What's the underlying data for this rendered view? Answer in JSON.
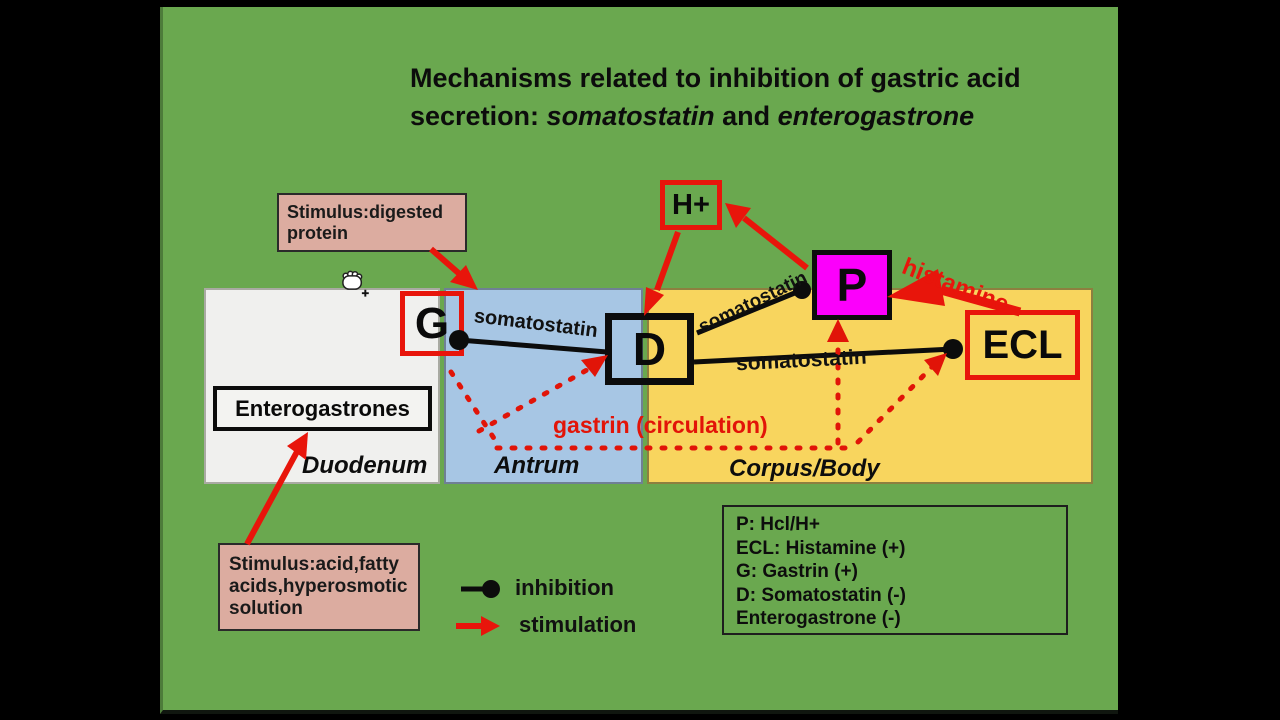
{
  "slide": {
    "title": {
      "line1": "Mechanisms related to inhibition of gastric acid",
      "line2_prefix": "secretion: ",
      "line2_italic1": "somatostatin",
      "line2_mid": " and ",
      "line2_italic2": "enterogastrone"
    },
    "regions": {
      "duodenum": "Duodenum",
      "antrum": "Antrum",
      "corpus": "Corpus/Body"
    },
    "boxes": {
      "g": "G",
      "d": "D",
      "p": "P",
      "ecl": "ECL",
      "hplus": "H+",
      "enterogastrones": "Enterogastrones"
    },
    "stimulus_top": {
      "line1": "Stimulus:digested",
      "line2": "protein"
    },
    "stimulus_bottom": {
      "line1": "Stimulus:acid,fatty",
      "line2": "acids,hyperosmotic",
      "line3": "solution"
    },
    "labels": {
      "somatostatin_g_d": "somatostatin",
      "somatostatin_d_p": "somatostatin",
      "somatostatin_d_ecl": "somatostatin",
      "histamine": "histamine",
      "gastrin_circulation": "gastrin (circulation)"
    },
    "legend": {
      "inhibition": "inhibition",
      "stimulation": "stimulation"
    },
    "key": {
      "lines": [
        "P: Hcl/H+",
        "ECL: Histamine (+)",
        "G: Gastrin (+)",
        "D: Somatostatin (-)",
        "Enterogastrone (-)"
      ]
    },
    "icons": [
      "hand-cursor",
      "inhibition-line-dot-symbol",
      "stimulation-arrow-symbol"
    ],
    "colors": {
      "slide_background": "#6aa84f",
      "duodenum_fill": "#f0f0ee",
      "antrum_fill": "#a7c6e4",
      "corpus_fill": "#f8d55e",
      "stimulus_fill": "#dcaca0",
      "p_box_fill": "#fb00fb",
      "red_accent": "#e8150b",
      "line_black": "#0c0c0c"
    }
  }
}
